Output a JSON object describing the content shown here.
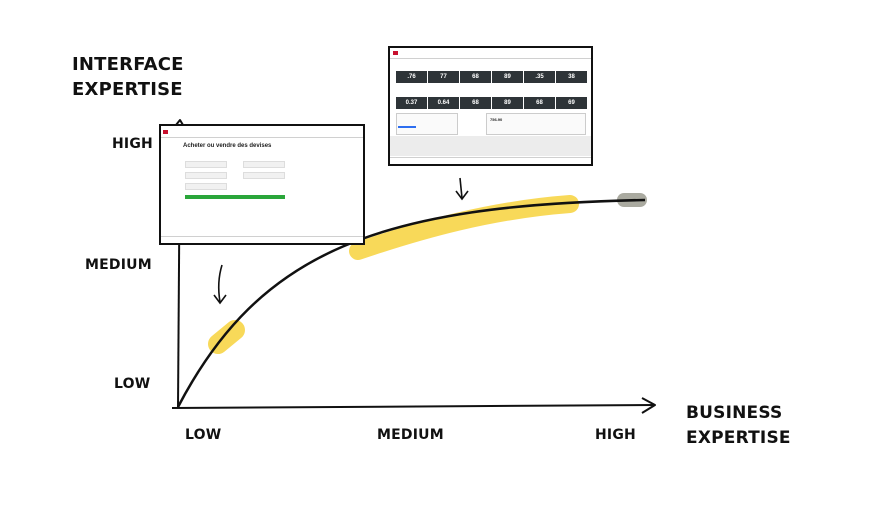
{
  "y_axis_title_line1": "INTERFACE",
  "y_axis_title_line2": "EXPERTISE",
  "x_axis_title_line1": "BUSINESS",
  "x_axis_title_line2": "EXPERTISE",
  "y_ticks": [
    "HIGH",
    "MEDIUM",
    "LOW"
  ],
  "x_ticks": [
    "LOW",
    "MEDIUM",
    "HIGH"
  ],
  "colors": {
    "ink": "#111111",
    "highlight": "#f7d23c",
    "end_marker": "#aaaaa0",
    "button_green": "#2aa63a"
  },
  "screenshot_form": {
    "title": "Acheter ou vendre des devises"
  },
  "screenshot_grid": {
    "tiles": [
      ".76",
      "77",
      "68",
      "89",
      ".35",
      "38",
      "0.37",
      "0.64",
      "68",
      "89",
      "68",
      "69"
    ],
    "big_value": "756.90"
  }
}
